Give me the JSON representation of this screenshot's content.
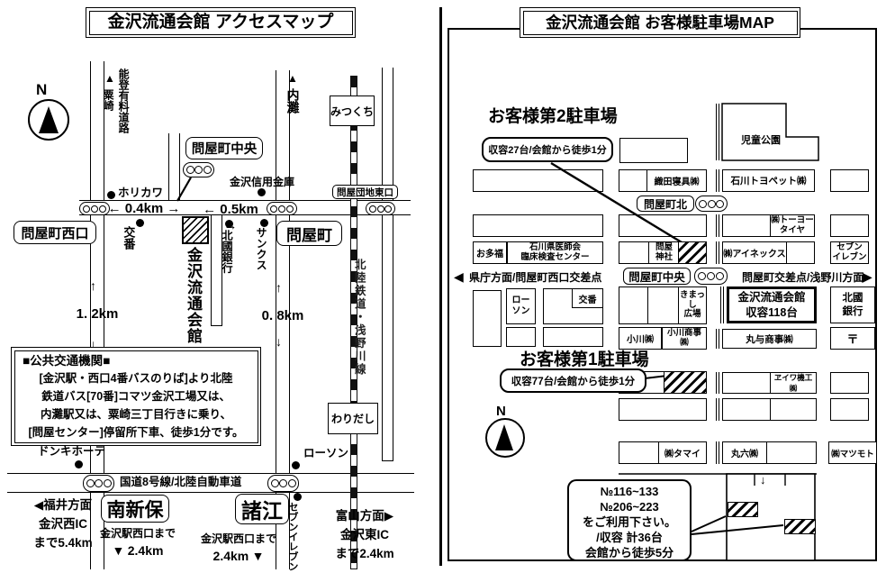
{
  "icons": {
    "up": "▲",
    "down": "▼",
    "left": "◀",
    "right": "▶",
    "arr_up": "↑",
    "arr_down": "↓"
  },
  "left": {
    "title": "金沢流通会館 アクセスマップ",
    "n": "N",
    "dir": {
      "noto": "能登有料道路",
      "awagasaki": "粟崎",
      "uchinada": "内灘"
    },
    "st": {
      "mitsukuchi": "みつくち",
      "waridashi": "わりだし"
    },
    "sign": {
      "chuo": "問屋町中央",
      "nishi": "問屋町西口",
      "tonyamachi": "問屋町",
      "danchi_higashi": "問屋団地東口",
      "minami_shinbo": "南新保",
      "moroe": "諸江"
    },
    "poi": {
      "horikawa": "ホリカワ",
      "shinkin": "金沢信用金庫",
      "koban": "交番",
      "hokkoku": "北國銀行",
      "sankusu": "サンクス",
      "kaikan": "金沢流通会館",
      "donki": "ドンキホーテ",
      "lawson": "ローソン",
      "seven": "セブンイレブン"
    },
    "road": {
      "route8": "国道8号線/北陸自動車道",
      "railway": "北陸鉄道・浅野川線"
    },
    "dist": {
      "d04": "← 0.4km →",
      "d05": "← 0.5km →",
      "d12": "1. 2km",
      "d08": "0. 8km"
    },
    "transit": {
      "heading": "■公共交通機関■",
      "l1": "[金沢駅・西口4番バスのりば]より北陸",
      "l2": "鉄道バス[70番]コマツ金沢工場又は、",
      "l3": "内灘駅又は、粟崎三丁目行きに乗り、",
      "l4": "[問屋センター]停留所下車、徒歩1分です。"
    },
    "fukui": {
      "l1": "福井方面",
      "l2": "金沢西IC",
      "l3": "まで5.4km"
    },
    "toyama": {
      "l1": "富山方面",
      "l2": "金沢東IC",
      "l3": "まで2.4km"
    },
    "west_sta": {
      "l1": "金沢駅西口まで",
      "l2": "2.4km"
    },
    "east_sta": {
      "l1": "金沢駅西口まで",
      "l2": "2.4km"
    }
  },
  "right": {
    "title": "金沢流通会館 お客様駐車場MAP",
    "n": "N",
    "p2": {
      "heading": "お客様第2駐車場",
      "detail": "収容27台/会館から徒歩1分"
    },
    "p1": {
      "heading": "お客様第1駐車場",
      "detail": "収容77台/会館から徒歩1分"
    },
    "sign": {
      "kita": "問屋町北",
      "chuo": "問屋町中央"
    },
    "dir": {
      "west": "県庁方面/問屋町西口交差点",
      "east": "問屋町交差点/浅野川方面"
    },
    "blk": {
      "jido": "児童公園",
      "oda": "織田寝具㈱",
      "toyopet": "石川トヨペット㈱",
      "toyo_tire": "㈱トーヨー\nタイヤ",
      "otafuku": "お多福",
      "med": "石川県医師会\n臨床検査センター",
      "jinja": "問屋\n神社",
      "ainex": "㈱アイネックス",
      "seven": "セブン\nイレブン",
      "lawson": "ロー\nソン",
      "koban": "交番",
      "kimasshi": "きまっ\nし\n広場",
      "kaikan": "金沢流通会館\n収容118台",
      "hokkoku": "北國\n銀行",
      "ogawa": "小川㈱",
      "ogawa_shoji": "小川商事\n㈱",
      "maruyo": "丸与商事㈱",
      "post": "〒",
      "eiwa": "ヱイワ機工㈱",
      "tamai": "㈱タマイ",
      "maruroku": "丸六㈱",
      "matsumoto": "㈱マツモト"
    },
    "note": {
      "l1": "№116~133",
      "l2": "№206~223",
      "l3": "をご利用下さい。",
      "l4": "/収容 計36台",
      "l5": "会館から徒歩5分"
    }
  }
}
